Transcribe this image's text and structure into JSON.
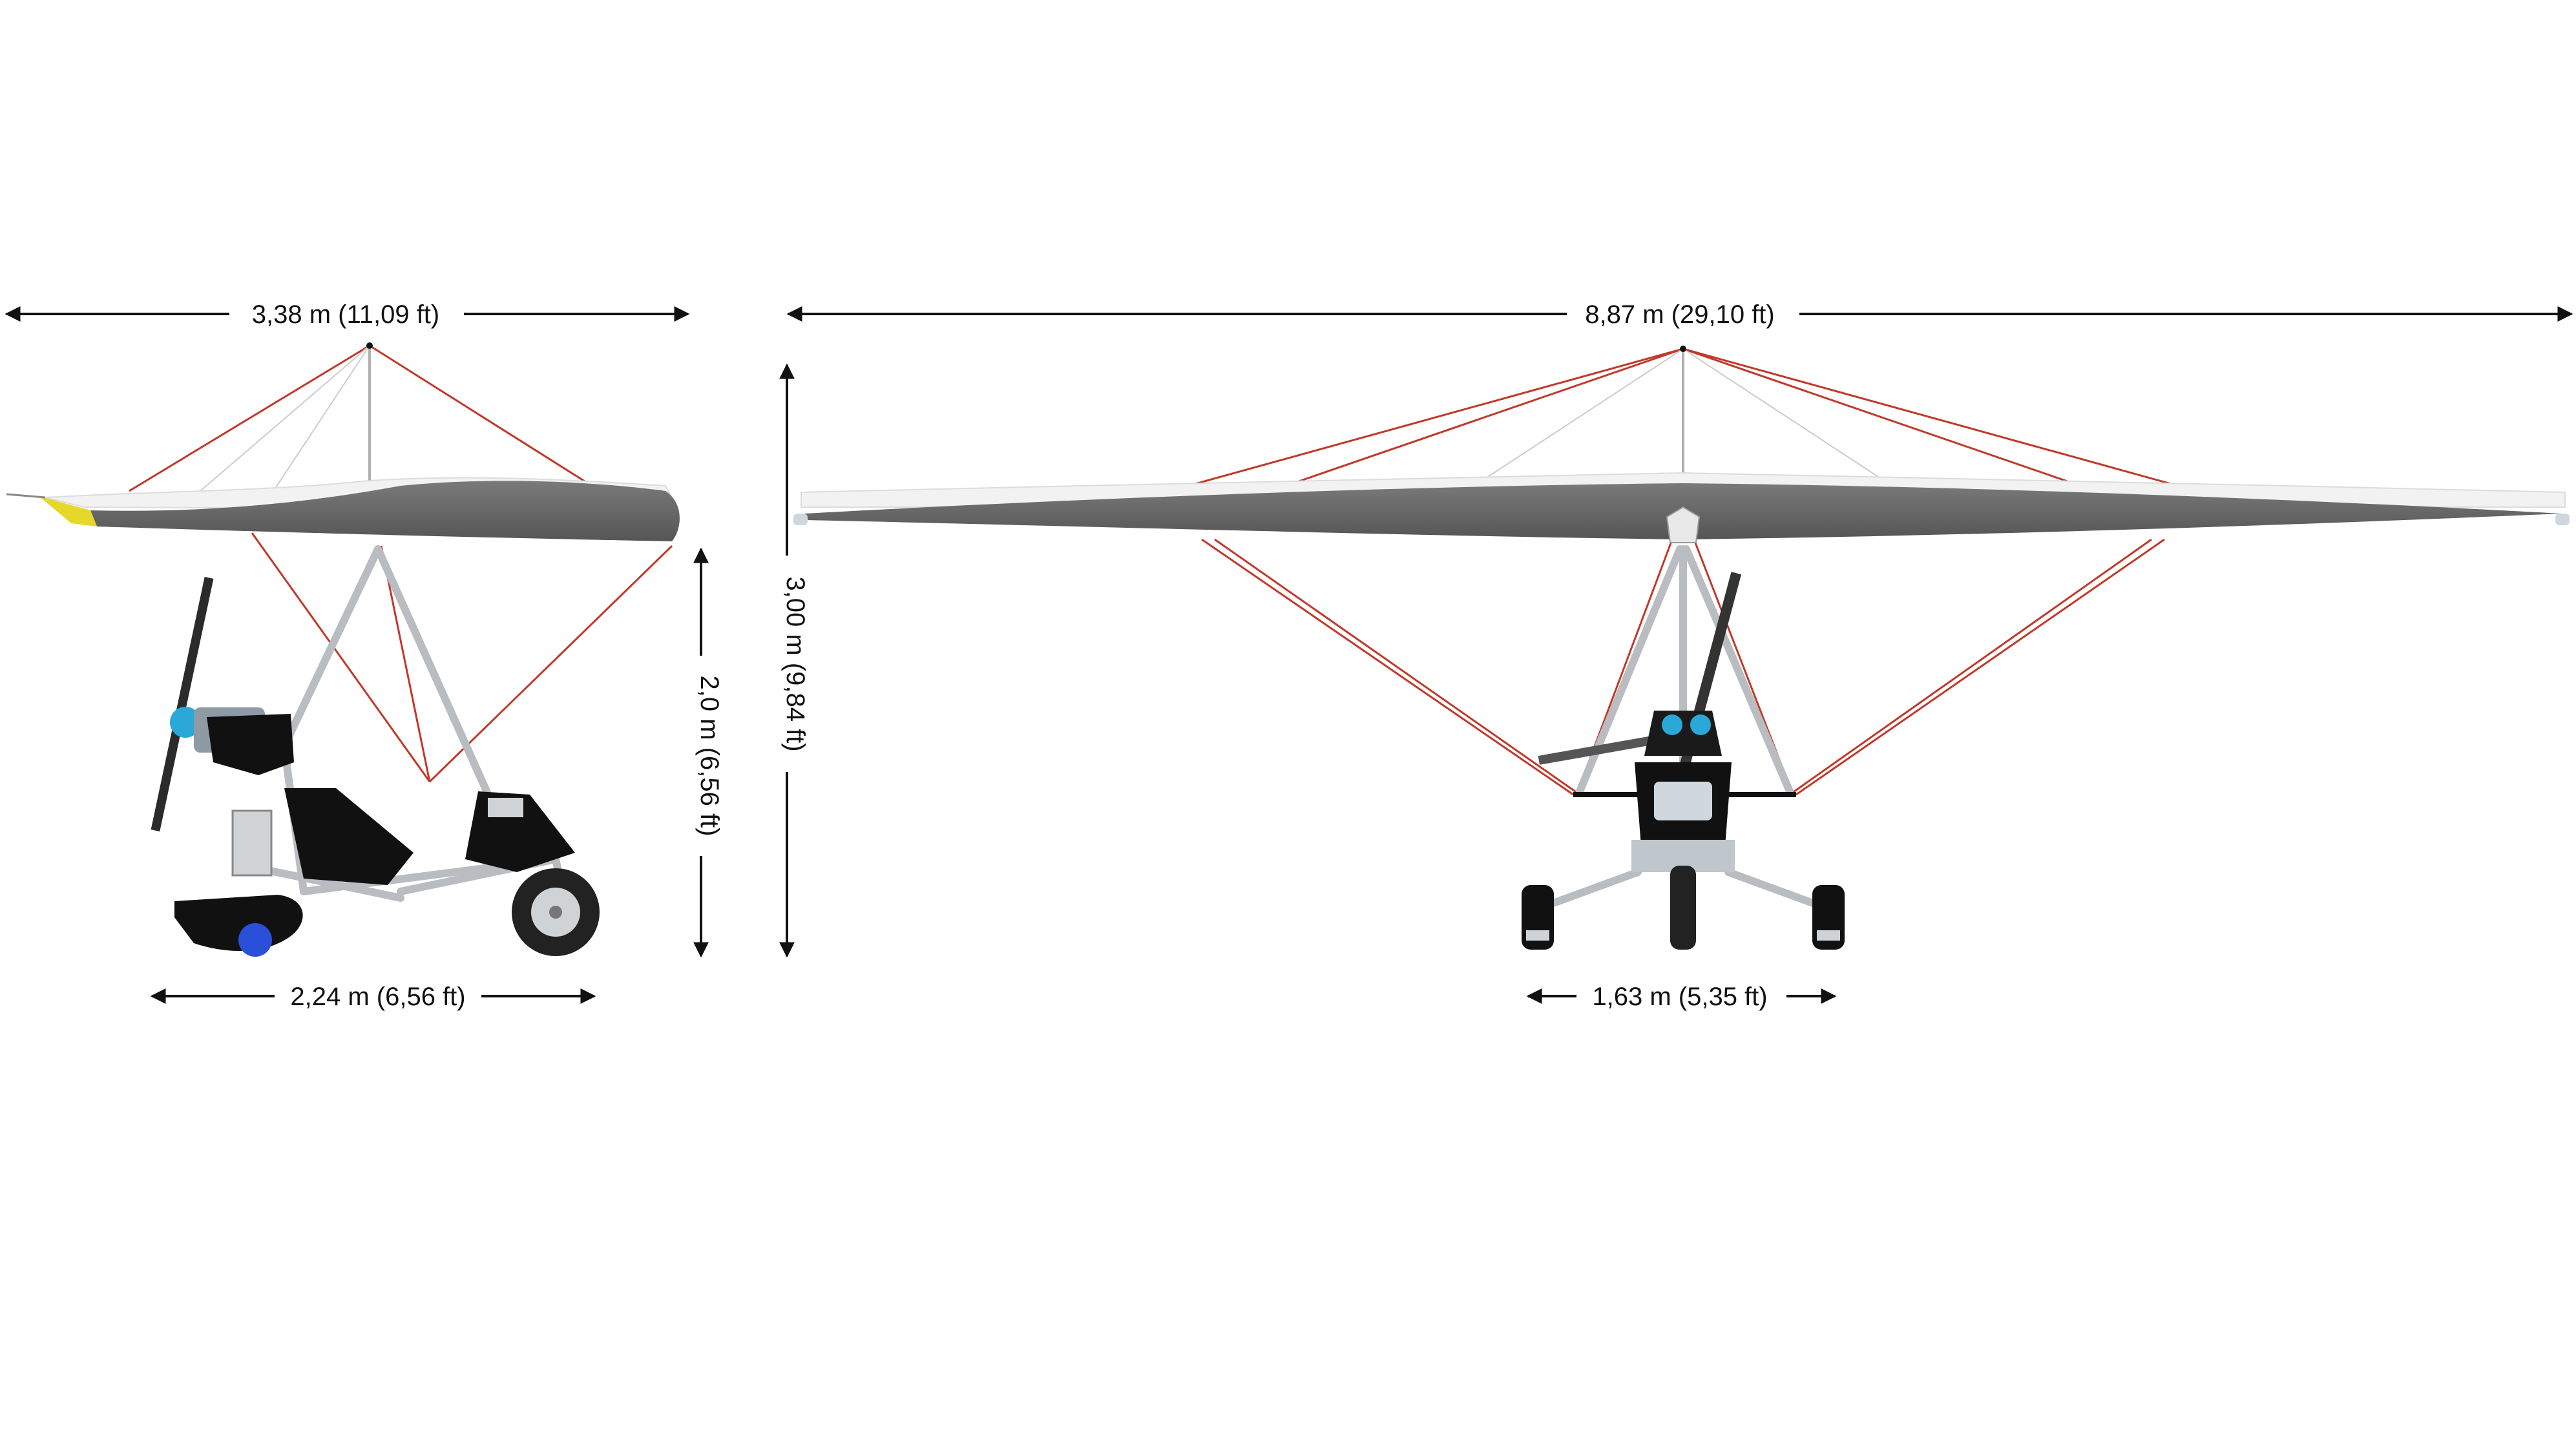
{
  "dimensions": {
    "side_length": "3,38 m (11,09 ft)",
    "side_height": "2,0 m (6,56 ft)",
    "side_wheelbase": "2,24 m (6,56 ft)",
    "front_span": "8,87 m (29,10 ft)",
    "front_height": "3,00 m (9,84 ft)",
    "front_track": "1,63 m (5,35 ft)"
  },
  "colors": {
    "wing_dark": "#6b6b6b",
    "wing_light": "#f2f2f2",
    "cable": "#c0392b",
    "frame": "#b9bcc0",
    "black": "#111111",
    "accent_blue": "#2aa8d8",
    "accent_yellow": "#e6d82a"
  }
}
